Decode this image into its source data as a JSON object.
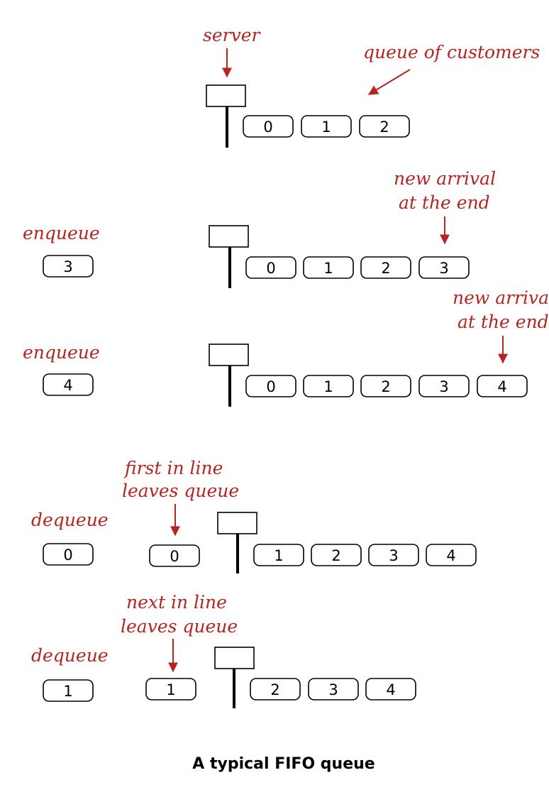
{
  "colors": {
    "label": "#b5241f",
    "outline": "#000000",
    "background": "#ffffff"
  },
  "caption": "A typical FIFO queue",
  "rows": [
    {
      "operation": "",
      "op_item": "",
      "annotations": [
        "server",
        "queue of customers"
      ],
      "leaving": "",
      "queue": [
        "0",
        "1",
        "2"
      ]
    },
    {
      "operation": "enqueue",
      "op_item": "3",
      "annotations": [
        "new  arrival",
        "at the end"
      ],
      "leaving": "",
      "queue": [
        "0",
        "1",
        "2",
        "3"
      ]
    },
    {
      "operation": "enqueue",
      "op_item": "4",
      "annotations": [
        "new  arriva",
        "at the end"
      ],
      "leaving": "",
      "queue": [
        "0",
        "1",
        "2",
        "3",
        "4"
      ]
    },
    {
      "operation": "dequeue",
      "op_item": "0",
      "annotations": [
        "first in line",
        "leaves queue"
      ],
      "leaving": "0",
      "queue": [
        "1",
        "2",
        "3",
        "4"
      ]
    },
    {
      "operation": "dequeue",
      "op_item": "1",
      "annotations": [
        "next in line",
        "leaves queue"
      ],
      "leaving": "1",
      "queue": [
        "2",
        "3",
        "4"
      ]
    }
  ]
}
